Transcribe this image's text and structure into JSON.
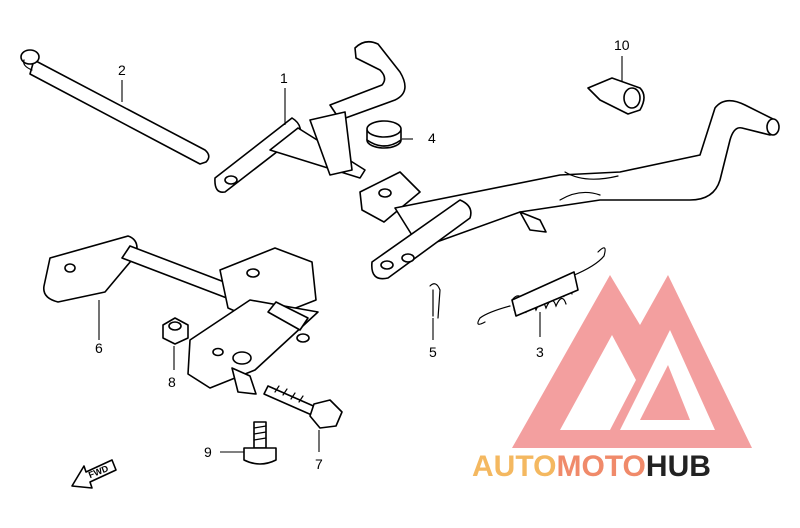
{
  "callouts": {
    "c1": "1",
    "c2": "2",
    "c3": "3",
    "c4": "4",
    "c5": "5",
    "c6": "6",
    "c7": "7",
    "c8": "8",
    "c9": "9",
    "c10": "10"
  },
  "direction_label": "FWD",
  "watermark": {
    "part1": "AUTO",
    "part2": "MOTO",
    "part3": "HUB",
    "color_auto": "#f4b860",
    "color_moto": "#f08a6a",
    "color_hub": "#222222",
    "logo_color": "#f08080"
  }
}
